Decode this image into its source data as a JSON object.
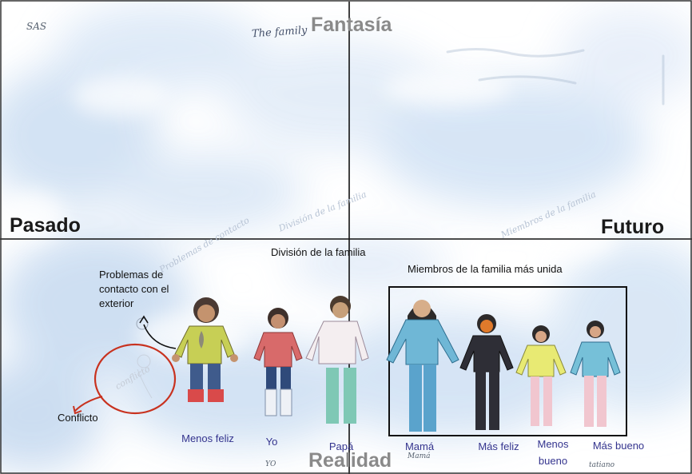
{
  "axes": {
    "top": "Fantasía",
    "bottom": "Realidad",
    "left": "Pasado",
    "right": "Futuro"
  },
  "handwriting": {
    "corner_code": "SAS",
    "title": "The family",
    "conflict_circle": "conflicto",
    "papa_sub": "YO",
    "mama_sub": "Mamá",
    "mas_bueno_sub": "tatiano"
  },
  "faint_notes": {
    "left": "Problemas de contacto",
    "middle": "División de la familia",
    "right": "Miembros de la familia"
  },
  "annotations": {
    "division": "División de la familia",
    "miembros": "Miembros de la familia más unida",
    "problemas": "Problemas de contacto con el exterior",
    "conflicto": "Conflicto"
  },
  "labels": [
    {
      "text": "Menos feliz"
    },
    {
      "text": "Yo"
    },
    {
      "text": "Papá"
    },
    {
      "text": "Mamá"
    },
    {
      "text": "Más feliz"
    },
    {
      "text": "Menos bueno"
    },
    {
      "text": "Más bueno"
    }
  ],
  "colors": {
    "sky": "#d7e6f6",
    "conflict_circle": "#c8321f",
    "label": "#34348e",
    "axis_grey": "#8a8a8a"
  }
}
